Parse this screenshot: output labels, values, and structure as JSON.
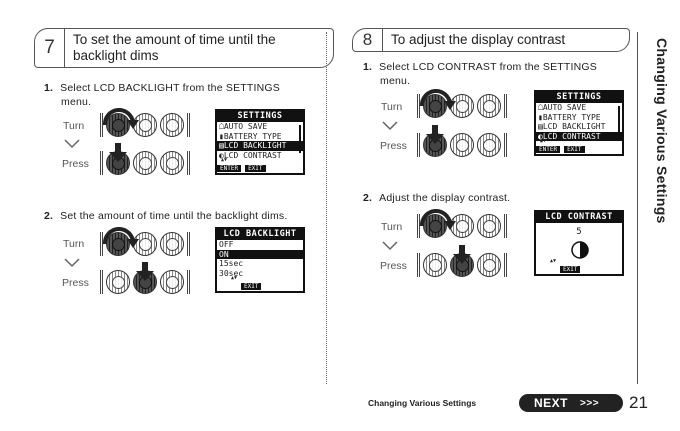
{
  "step7": {
    "number": "7",
    "title_line1": "To set the amount of time until the",
    "title_line2": "backlight dims",
    "instr1_num": "1.",
    "instr1_line1": "Select LCD BACKLIGHT from the SETTINGS",
    "instr1_line2": "menu.",
    "instr2_num": "2.",
    "instr2_text": "Set the amount of time until the backlight dims.",
    "turn_label": "Turn",
    "press_label": "Press",
    "lcd_settings": {
      "title": "SETTINGS",
      "items": [
        "☖AUTO SAVE",
        "▮BATTERY TYPE",
        "▤LCD BACKLIGHT",
        "◐LCD CONTRAST"
      ],
      "selected_index": 2,
      "footer_buttons": [
        "ENTER",
        "EXIT"
      ]
    },
    "lcd_backlight": {
      "title": "LCD BACKLIGHT",
      "items": [
        "OFF",
        "ON",
        "15sec",
        "30sec"
      ],
      "selected_index": 1,
      "footer_buttons": [
        "EXIT"
      ]
    }
  },
  "step8": {
    "number": "8",
    "title": "To adjust the display contrast",
    "instr1_num": "1.",
    "instr1_line1": "Select LCD CONTRAST from the SETTINGS",
    "instr1_line2": "menu.",
    "instr2_num": "2.",
    "instr2_text": "Adjust the display contrast.",
    "turn_label": "Turn",
    "press_label": "Press",
    "lcd_settings": {
      "title": "SETTINGS",
      "items": [
        "☖AUTO SAVE",
        "▮BATTERY TYPE",
        "▤LCD BACKLIGHT",
        "◐LCD CONTRAST"
      ],
      "selected_index": 3,
      "footer_buttons": [
        "ENTER",
        "EXIT"
      ]
    },
    "lcd_contrast": {
      "title": "LCD CONTRAST",
      "value": "5",
      "footer_buttons": [
        "EXIT"
      ]
    }
  },
  "sidebar_title": "Changing Various Settings",
  "footer": {
    "section_label": "Changing Various Settings",
    "next_label": "NEXT",
    "next_arrows": ">>>",
    "page_number": "21"
  },
  "colors": {
    "ink": "#222222",
    "lcd_black": "#111111"
  }
}
